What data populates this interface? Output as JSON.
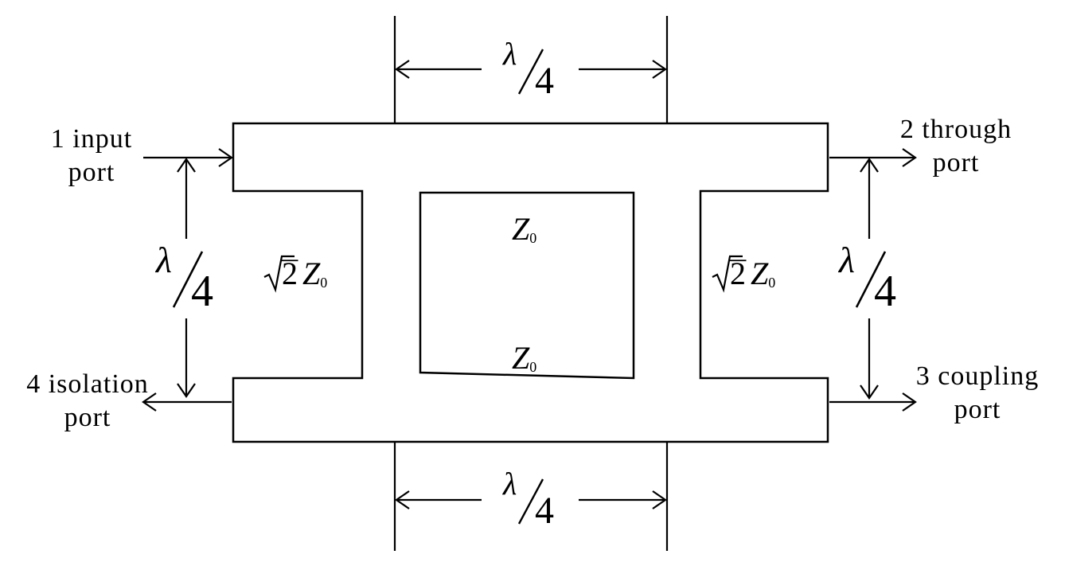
{
  "ports": {
    "input": {
      "line1": "1 input",
      "line2": "port"
    },
    "through": {
      "line1": "2 through",
      "line2": "port"
    },
    "coupling": {
      "line1": "3 coupling",
      "line2": "port"
    },
    "isolation": {
      "line1": "4 isolation",
      "line2": "port"
    }
  },
  "dimensions": {
    "lambda": "λ",
    "quarter_denominator": "4"
  },
  "impedances": {
    "series_symbol": "Z",
    "series_subscript": "0",
    "shunt_radicand": "2",
    "shunt_symbol": "Z",
    "shunt_subscript": "0"
  }
}
